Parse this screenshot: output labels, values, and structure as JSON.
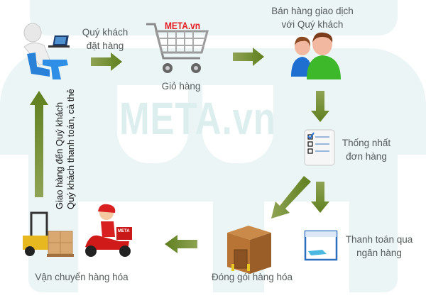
{
  "diagram": {
    "title": "META.vn order process",
    "watermark": "META.vn",
    "brand_color": "#e31b23",
    "arrow_color": "#6b8a2a",
    "steps": [
      {
        "id": "customer",
        "label_lines": [
          "",
          ""
        ],
        "icon": "customer-at-laptop-icon"
      },
      {
        "id": "order",
        "label_lines": [
          "Quý khách",
          "đặt hàng"
        ]
      },
      {
        "id": "cart",
        "label": "Giỏ hàng",
        "badge": "META.vn",
        "icon": "shopping-cart-icon"
      },
      {
        "id": "sales",
        "label_lines": [
          "Bán hàng giao dịch",
          "với Quý khách"
        ],
        "icon": "people-icon"
      },
      {
        "id": "confirm",
        "label_lines": [
          "Thống nhất",
          "đơn hàng"
        ],
        "icon": "checklist-icon"
      },
      {
        "id": "bank",
        "label_lines": [
          "Thanh toán qua",
          "ngân hàng"
        ],
        "icon": "bank-payment-icon"
      },
      {
        "id": "pack",
        "label": "Đóng gói hàng hóa",
        "icon": "package-box-icon"
      },
      {
        "id": "ship",
        "label": "Vận chuyển hàng hóa",
        "icon": "forklift-delivery-icon",
        "scooter_badge": "META"
      },
      {
        "id": "deliver",
        "label_lines": [
          "Giao hàng đến Quý khách",
          "Quý khách thanh toán, cà thẻ"
        ]
      }
    ],
    "flow": [
      "customer",
      "cart",
      "sales",
      "confirm",
      "pack",
      "bank",
      "ship",
      "customer"
    ]
  }
}
